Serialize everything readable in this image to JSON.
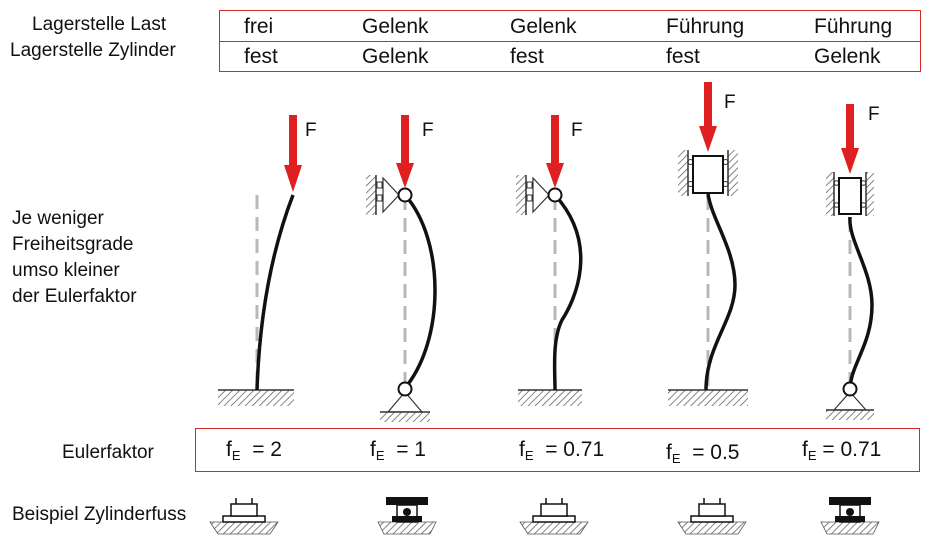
{
  "header": {
    "row_load_label": "Lagerstelle Last",
    "row_cylinder_label": "Lagerstelle  Zylinder",
    "cases": [
      {
        "load": "frei",
        "cylinder": "fest"
      },
      {
        "load": "Gelenk",
        "cylinder": "Gelenk"
      },
      {
        "load": "Gelenk",
        "cylinder": "fest"
      },
      {
        "load": "Führung",
        "cylinder": "fest"
      },
      {
        "load": "Führung",
        "cylinder": "Gelenk"
      }
    ]
  },
  "note": [
    "Je weniger",
    "Freiheitsgrade",
    "umso kleiner",
    "der  Eulerfaktor"
  ],
  "force_label": "F",
  "euler": {
    "label": "Eulerfaktor",
    "symbol": "f",
    "subscript": "E",
    "values": [
      "= 2",
      "= 1",
      "= 0.71",
      "= 0.5",
      "= 0.71"
    ]
  },
  "example": {
    "label": "Beispiel Zylinderfuss"
  },
  "colors": {
    "frame": "#d22828",
    "force_arrow": "#e02020",
    "column": "#111111",
    "axis": "#b8b8b8"
  }
}
